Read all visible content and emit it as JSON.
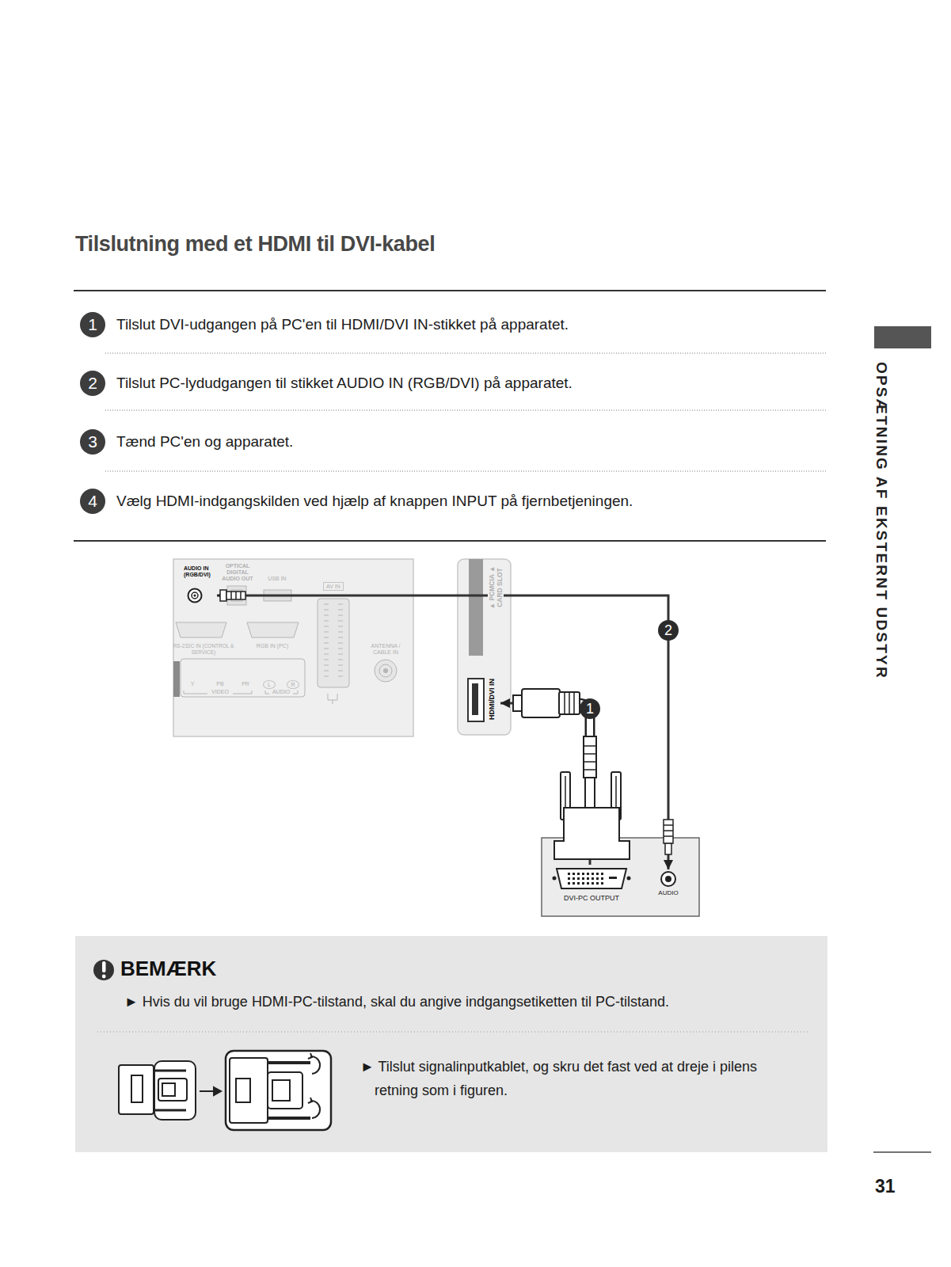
{
  "diagram": {
    "title": "Tilslutning med et HDMI til DVI-kabel",
    "nodes": [
      {
        "text": [
          "1",
          "Tilslut DVI-udgangen på PC'en til HDMI/DVI IN-stikket på apparatet."
        ]
      },
      {
        "text": [
          "2",
          "Tilslut PC-lydudgangen til stikket AUDIO IN (RGB/DVI) på apparatet."
        ]
      },
      {
        "text": [
          "3",
          "Tænd PC'en og apparatet."
        ]
      },
      {
        "text": [
          "4",
          "Vælg HDMI-indgangskilden ved hjælp af knappen INPUT på fjernbetjeningen."
        ]
      },
      {
        "text": [
          "AUDIO IN (RGB/DVI)"
        ]
      },
      {
        "text": [
          "HDMI/DVI IN"
        ]
      },
      {
        "text": [
          "DVI-PC OUTPUT"
        ]
      },
      {
        "text": [
          "AUDIO"
        ]
      },
      {
        "text": [
          "BEMÆRK",
          "► Hvis du vil bruge HDMI-PC-tilstand, skal du angive indgangsetiketten til PC-tilstand.",
          "► Tilslut signalinputkablet, og skru det fast ved at dreje i pilens retning som i figuren."
        ]
      }
    ],
    "edges": [
      {
        "from": 6,
        "to": 5,
        "arrow": "to",
        "label": "1"
      },
      {
        "from": 7,
        "to": 4,
        "arrow": "both",
        "label": "2"
      }
    ],
    "labels": [
      "OPTICAL DIGITAL AUDIO OUT",
      "USB IN",
      "AV IN",
      "RS-232C IN (CONTROL & SERVICE)",
      "RGB IN (PC)",
      "ANTENNA / CABLE IN",
      "Y",
      "PB",
      "PR",
      "L",
      "R",
      "VIDEO",
      "AUDIO",
      "▲ PCMCIA ▲ CARD SLOT",
      "OPSÆTNING AF EKSTERNT UDSTYR",
      "31"
    ]
  }
}
